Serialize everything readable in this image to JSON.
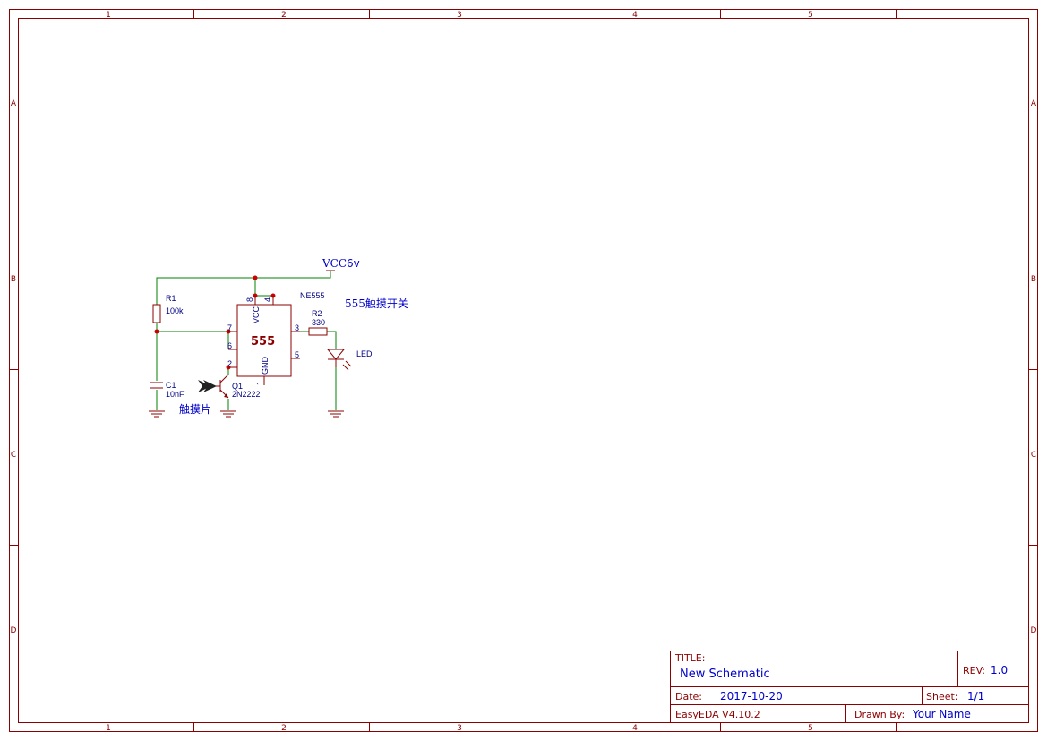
{
  "sheet": {
    "columns": [
      "1",
      "2",
      "3",
      "4",
      "5"
    ],
    "rows": [
      "A",
      "B",
      "C",
      "D"
    ]
  },
  "power": {
    "label": "VCC",
    "value": "6v"
  },
  "parts": {
    "r1": {
      "ref": "R1",
      "value": "100k"
    },
    "r2": {
      "ref": "R2",
      "value": "330"
    },
    "c1": {
      "ref": "C1",
      "value": "10nF"
    },
    "q1": {
      "ref": "Q1",
      "value": "2N2222"
    },
    "led": {
      "ref": "LED"
    },
    "u1": {
      "name": "555",
      "part": "NE555",
      "pin_vcc": "VCC",
      "pin_gnd": "GND",
      "pins": {
        "p8": "8",
        "p4": "4",
        "p7": "7",
        "p6": "6",
        "p2": "2",
        "p1": "1",
        "p3": "3",
        "p5": "5"
      }
    }
  },
  "notes": {
    "touch_switch": "555触摸开关",
    "touch_pad": "触摸片"
  },
  "title_block": {
    "title_label": "TITLE:",
    "title_value": "New Schematic",
    "rev_label": "REV:",
    "rev_value": "1.0",
    "date_label": "Date:",
    "date_value": "2017-10-20",
    "sheet_label": "Sheet:",
    "sheet_value": "1/1",
    "software": "EasyEDA V4.10.2",
    "drawn_by_label": "Drawn By:",
    "drawn_by_value": "Your Name"
  },
  "colors": {
    "frame": "#8b0000",
    "wire": "#008000",
    "text": "#0000cc",
    "junction": "#cc0000"
  }
}
